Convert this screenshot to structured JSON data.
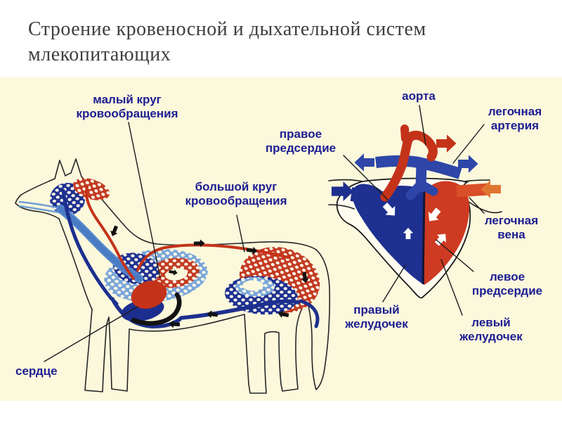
{
  "title": {
    "line1": "Строение кровеносной и дыхательной систем",
    "line2": "млекопитающих"
  },
  "colors": {
    "page_bg": "#ffffff",
    "panel_bg": "#fbf8dc",
    "title_text": "#3e3e3e",
    "label_text": "#1d1d92",
    "artery_red": "#c43319",
    "oxygen_rich_red": "#ce3a22",
    "vein_navy": "#1d2f8e",
    "pulmonary_blue": "#2e46a8",
    "trachea_light_blue": "#6f9fd6",
    "pulmonary_vein_orange": "#e07630",
    "outline_black": "#1a1a1a"
  },
  "dog_diagram": {
    "labels": {
      "small_circle": {
        "line1": "малый круг",
        "line2": "кровообращения"
      },
      "big_circle": {
        "line1": "большой круг",
        "line2": "кровообращения"
      },
      "heart": {
        "line1": "сердце"
      }
    }
  },
  "heart_diagram": {
    "labels": {
      "aorta": {
        "line1": "аорта"
      },
      "right_atrium": {
        "line1": "правое",
        "line2": "предсердие"
      },
      "pulmonary_artery": {
        "line1": "легочная",
        "line2": "артерия"
      },
      "pulmonary_vein": {
        "line1": "легочная",
        "line2": "вена"
      },
      "left_atrium": {
        "line1": "левое",
        "line2": "предсердие"
      },
      "right_ventricle": {
        "line1": "правый",
        "line2": "желудочек"
      },
      "left_ventricle": {
        "line1": "левый",
        "line2": "желудочек"
      }
    }
  }
}
